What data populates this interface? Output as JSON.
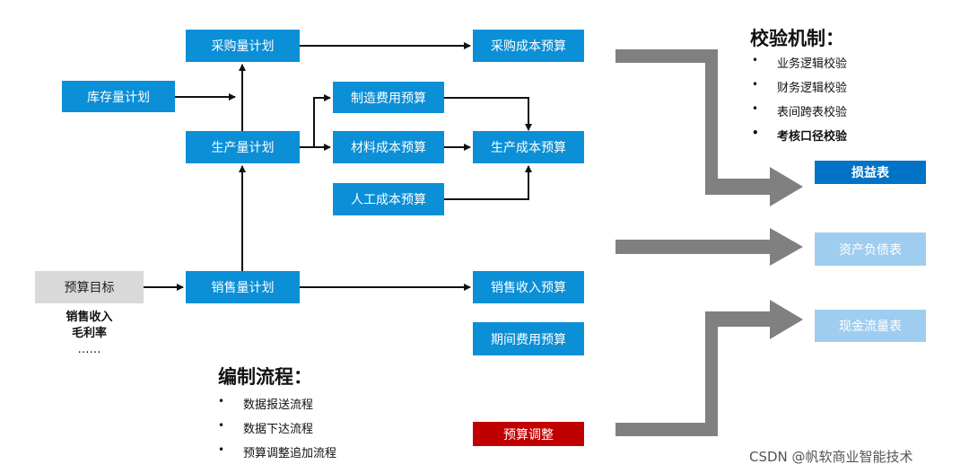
{
  "nodes": {
    "purchase_plan": "采购量计划",
    "purchase_cost": "采购成本预算",
    "inventory_plan": "库存量计划",
    "manufacturing_cost": "制造费用预算",
    "production_plan": "生产量计划",
    "material_cost": "材料成本预算",
    "production_cost": "生产成本预算",
    "labor_cost": "人工成本预算",
    "budget_target": "预算目标",
    "sales_plan": "销售量计划",
    "sales_revenue": "销售收入预算",
    "period_expense": "期间费用预算",
    "budget_adjust": "预算调整",
    "income_statement": "损益表",
    "balance_sheet": "资产负债表",
    "cash_flow": "现金流量表"
  },
  "target_details": [
    "销售收入",
    "毛利率",
    "……"
  ],
  "validation": {
    "title": "校验机制：",
    "items": [
      "业务逻辑校验",
      "财务逻辑校验",
      "表间跨表校验",
      "考核口径校验"
    ]
  },
  "process": {
    "title": "编制流程：",
    "items": [
      "数据报送流程",
      "数据下达流程",
      "预算调整追加流程"
    ]
  },
  "watermark": "CSDN @帆软商业智能技术",
  "colors": {
    "box_blue": "#0b8fd6",
    "box_dark": "#0073c6",
    "box_pale": "#9fcdf0",
    "box_gray": "#d9d9d9",
    "box_red": "#c00000",
    "big_arrow": "#808080",
    "line": "#111111"
  }
}
